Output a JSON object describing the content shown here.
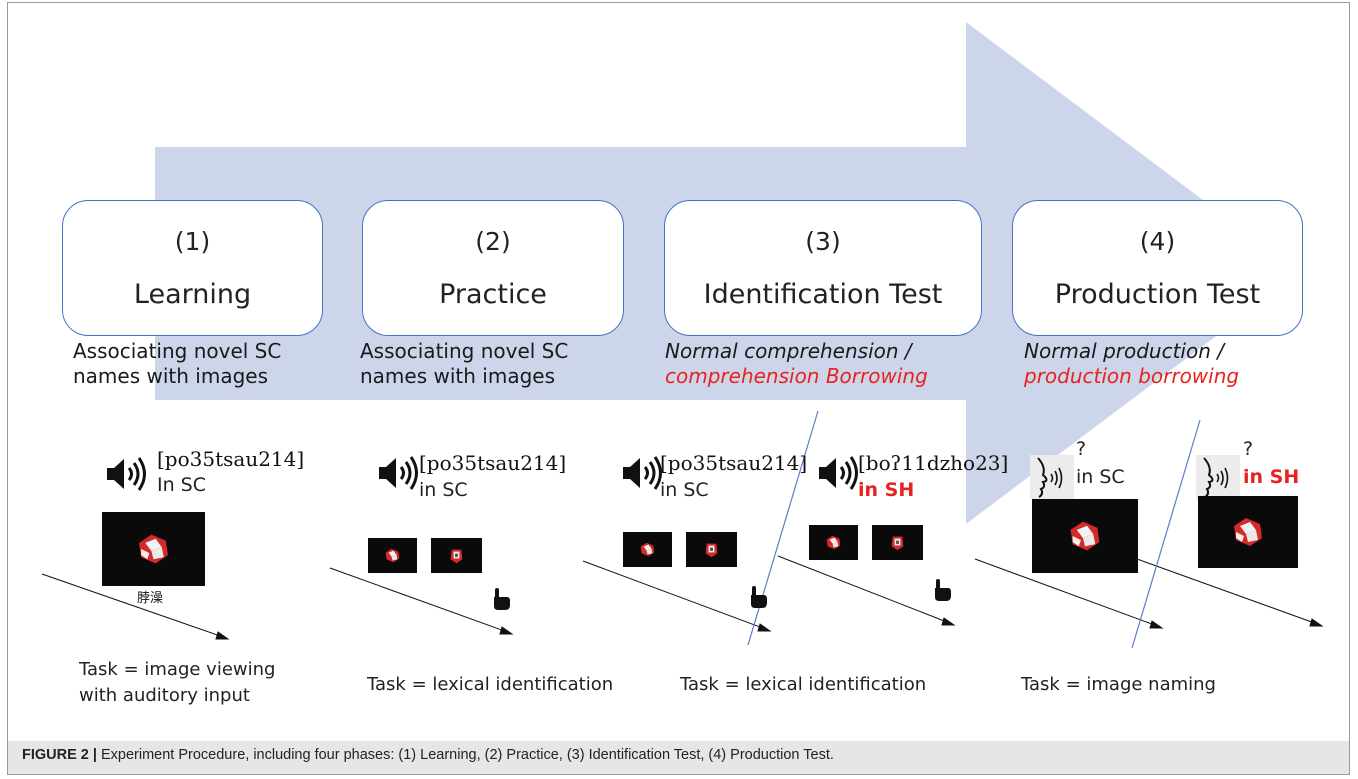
{
  "caption": {
    "label": "FIGURE 2 |",
    "text": " Experiment Procedure, including four phases: (1) Learning, (2) Practice, (3) Identification Test, (4) Production Test."
  },
  "phases": [
    {
      "number": "(1)",
      "name": "Learning",
      "desc_line1": "Associating novel SC",
      "desc_line2": "names with images",
      "ipa": "[po35tsau214]",
      "lang": "In SC",
      "chinese": "脖澡",
      "task_line1": "Task = image viewing",
      "task_line2": "with auditory input"
    },
    {
      "number": "(2)",
      "name": "Practice",
      "desc_line1": "Associating novel SC",
      "desc_line2": "names with images",
      "ipa": "[po35tsau214]",
      "lang": "in SC",
      "task": "Task = lexical identification"
    },
    {
      "number": "(3)",
      "name": "Identification Test",
      "desc_line1": "Normal comprehension /",
      "desc_line2": "comprehension Borrowing",
      "ipa_a": "[po35tsau214]",
      "lang_a": "in SC",
      "ipa_b": "[boʔ11dzho23]",
      "lang_b": "in SH",
      "task": "Task = lexical identification"
    },
    {
      "number": "(4)",
      "name": "Production Test",
      "desc_line1": "Normal production /",
      "desc_line2": "production borrowing",
      "qmark_a": "?",
      "lang_a": "in SC",
      "qmark_b": "?",
      "lang_b": "in SH",
      "task": "Task = image naming"
    }
  ],
  "colors": {
    "arrow": "#cdd5ea",
    "box_border": "#4472c4",
    "red": "#e8231f",
    "divider": "#5b7ec8"
  }
}
